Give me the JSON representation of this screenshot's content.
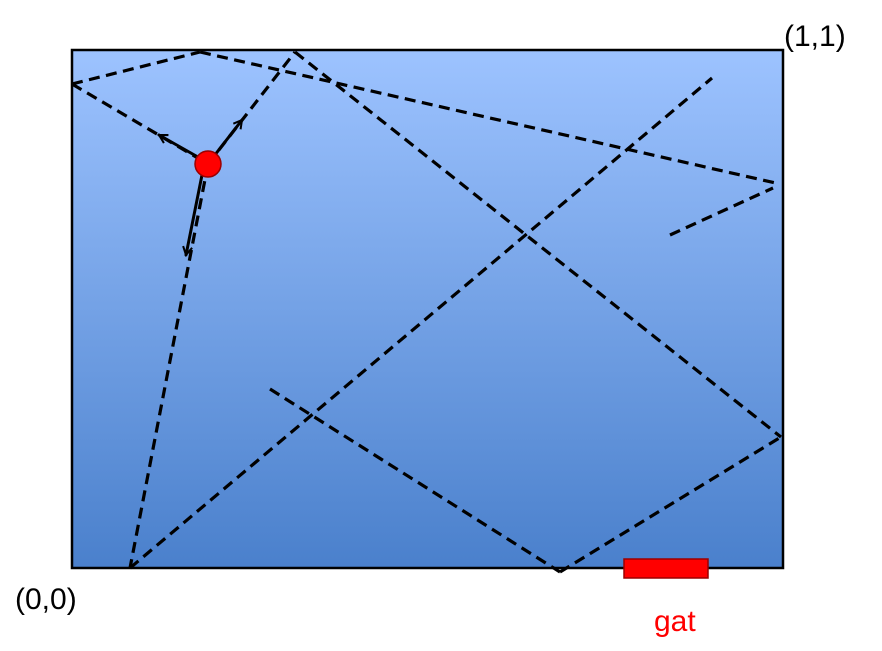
{
  "corner_labels": {
    "top_right": "(1,1)",
    "bottom_left": "(0,0)"
  },
  "gate": {
    "label": "gat"
  },
  "colors": {
    "box_gradient_top": "#9dc3ff",
    "box_gradient_bottom": "#4a80cc",
    "box_border": "#000000",
    "path_stroke": "#000000",
    "particle_fill": "#ff0000",
    "particle_stroke": "#9b0000",
    "gate_fill": "#ff0000",
    "gate_stroke": "#9b0000",
    "gate_label": "#ff0000"
  }
}
